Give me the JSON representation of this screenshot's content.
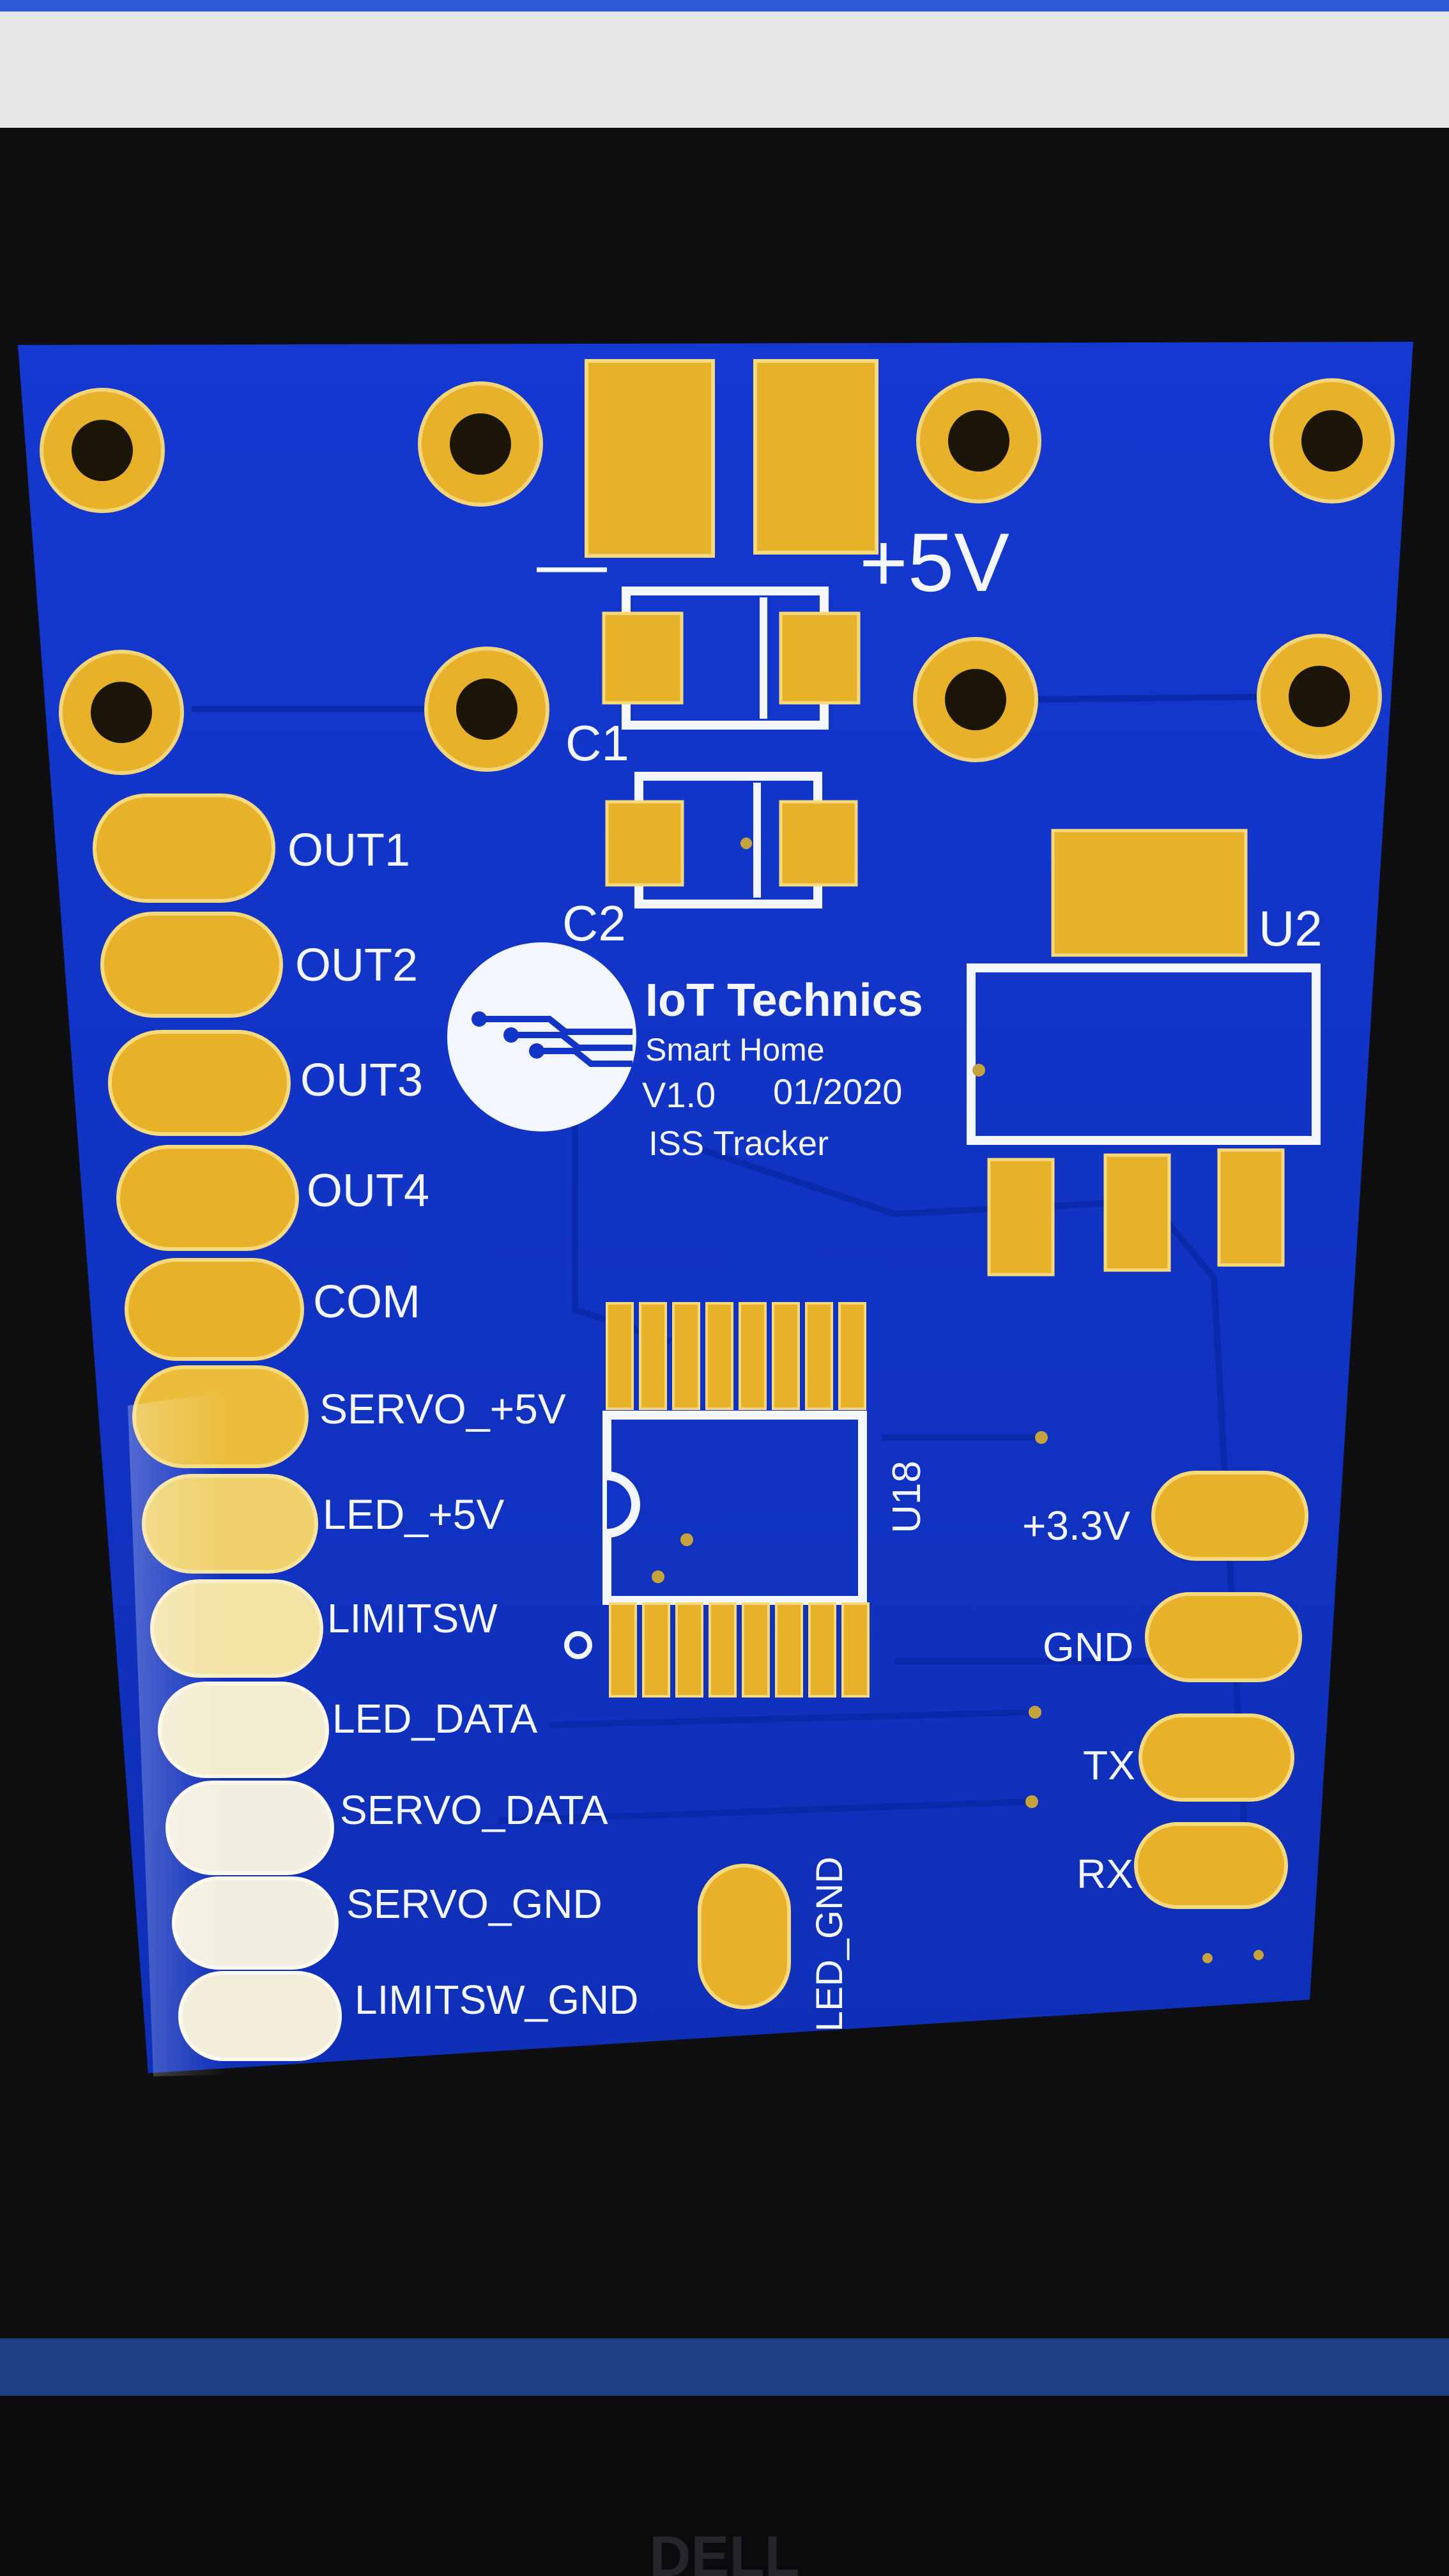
{
  "colors": {
    "board": "#1235c8",
    "board_dark": "#0b2aa6",
    "pad": "#e8b12a",
    "pad_outline": "#f6d97a",
    "silkscreen": "#f4f6ff",
    "monitor_frame": "#15151a",
    "screen_top": "#e9e9ea"
  },
  "board": {
    "power": {
      "minus_label": "—",
      "plus_label": "+5V"
    },
    "components": {
      "c1": "C1",
      "c2": "C2",
      "u2": "U2",
      "u18": "U18"
    },
    "logo": {
      "brand": "IoT Technics",
      "subtitle": "Smart Home",
      "version": "V1.0",
      "date": "01/2020",
      "project": "ISS Tracker"
    },
    "left_header_labels": [
      "OUT1",
      "OUT2",
      "OUT3",
      "OUT4",
      "COM",
      "SERVO_+5V",
      "LED_+5V",
      "LIMITSW",
      "LED_DATA",
      "SERVO_DATA",
      "SERVO_GND",
      "LIMITSW_GND"
    ],
    "led_gnd_label": "LED_GND",
    "right_header_labels": [
      "+3.3V",
      "GND",
      "TX",
      "RX"
    ]
  },
  "monitor": {
    "brand_icon": "dell-logo-icon"
  }
}
